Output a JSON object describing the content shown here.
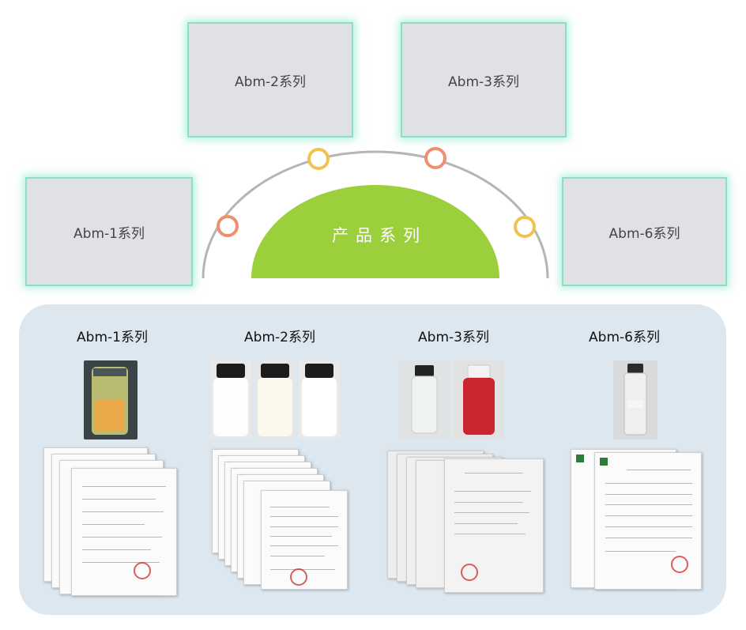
{
  "series_boxes": {
    "abm1": "Abm-1系列",
    "abm2": "Abm-2系列",
    "abm3": "Abm-3系列",
    "abm6": "Abm-6系列"
  },
  "center_label": "产品系列",
  "colors": {
    "center_fill": "#9ccf3c",
    "arc": "#b5b5b5",
    "node_orange": "#ef8f6e",
    "node_yellow": "#f1c24d",
    "box_glow": "#8be0c4",
    "panel": "#dce7f0"
  },
  "panel": {
    "columns": [
      {
        "title": "Abm-1系列"
      },
      {
        "title": "Abm-2系列"
      },
      {
        "title": "Abm-3系列"
      },
      {
        "title": "Abm-6系列"
      }
    ]
  }
}
